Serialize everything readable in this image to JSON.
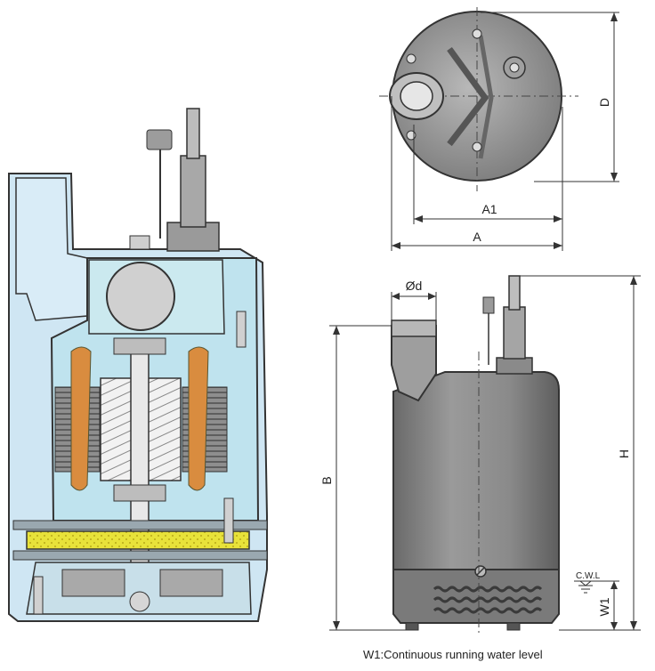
{
  "labels": {
    "top_height": "D",
    "top_width_inner": "A1",
    "top_width_outer": "A",
    "discharge_diameter": "Ød",
    "height_to_discharge": "B",
    "total_height": "H",
    "water_level_marker": "C.W.L",
    "water_level_height": "W1"
  },
  "caption": "W1:Continuous running water level"
}
